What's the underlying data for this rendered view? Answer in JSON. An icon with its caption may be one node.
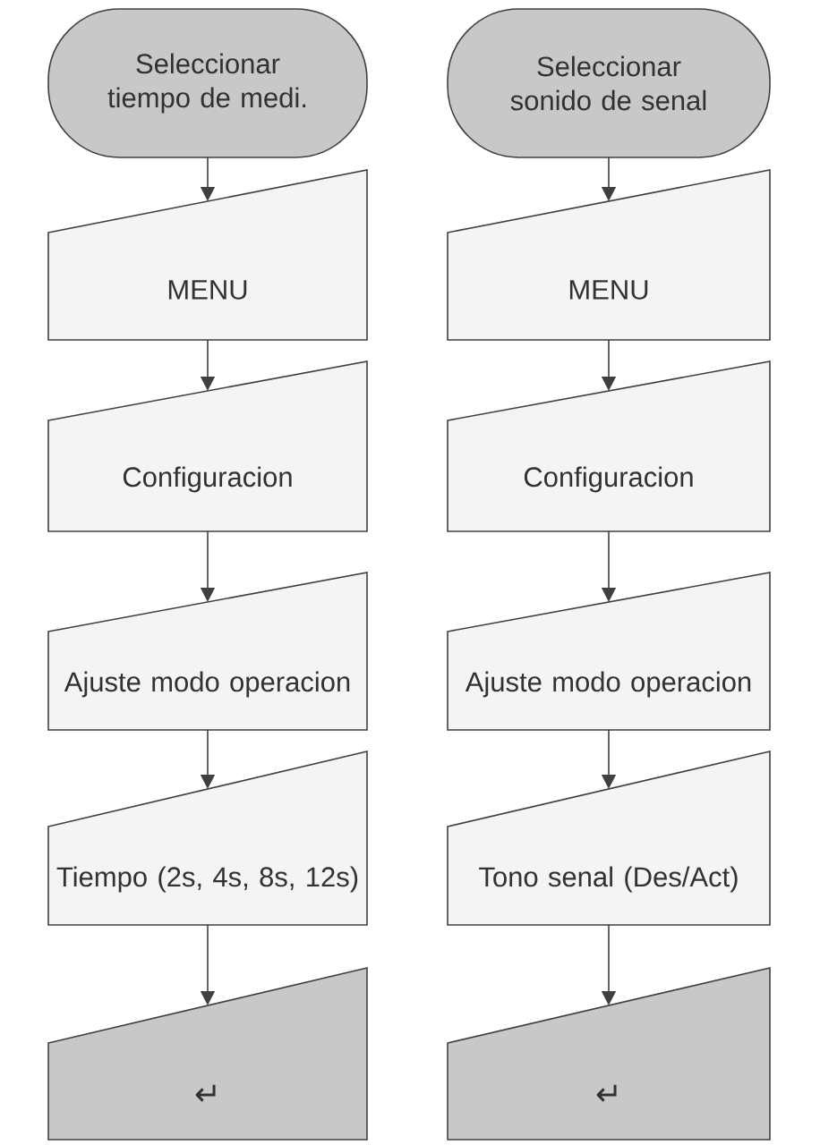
{
  "diagram": {
    "nodes": [
      {
        "text": [
          "Seleccionar tiempo de medi."
        ]
      },
      {
        "text": [
          "MENU"
        ]
      },
      {
        "text": [
          "Configuracion"
        ]
      },
      {
        "text": [
          "Ajuste modo operacion"
        ]
      },
      {
        "text": [
          "Tiempo (2s, 4s, 8s, 12s)"
        ]
      },
      {
        "text": [
          "↵"
        ]
      },
      {
        "text": [
          "Seleccionar sonido de senal"
        ]
      },
      {
        "text": [
          "MENU"
        ]
      },
      {
        "text": [
          "Configuracion"
        ]
      },
      {
        "text": [
          "Ajuste modo operacion"
        ]
      },
      {
        "text": [
          "Tono senal (Des/Act)"
        ]
      },
      {
        "text": [
          "↵"
        ]
      }
    ],
    "edges": [
      {
        "from": 0,
        "to": 1,
        "arrow": "to"
      },
      {
        "from": 1,
        "to": 2,
        "arrow": "to"
      },
      {
        "from": 2,
        "to": 3,
        "arrow": "to"
      },
      {
        "from": 3,
        "to": 4,
        "arrow": "to"
      },
      {
        "from": 4,
        "to": 5,
        "arrow": "to"
      },
      {
        "from": 6,
        "to": 7,
        "arrow": "to"
      },
      {
        "from": 7,
        "to": 8,
        "arrow": "to"
      },
      {
        "from": 8,
        "to": 9,
        "arrow": "to"
      },
      {
        "from": 9,
        "to": 10,
        "arrow": "to"
      },
      {
        "from": 10,
        "to": 11,
        "arrow": "to"
      }
    ]
  }
}
